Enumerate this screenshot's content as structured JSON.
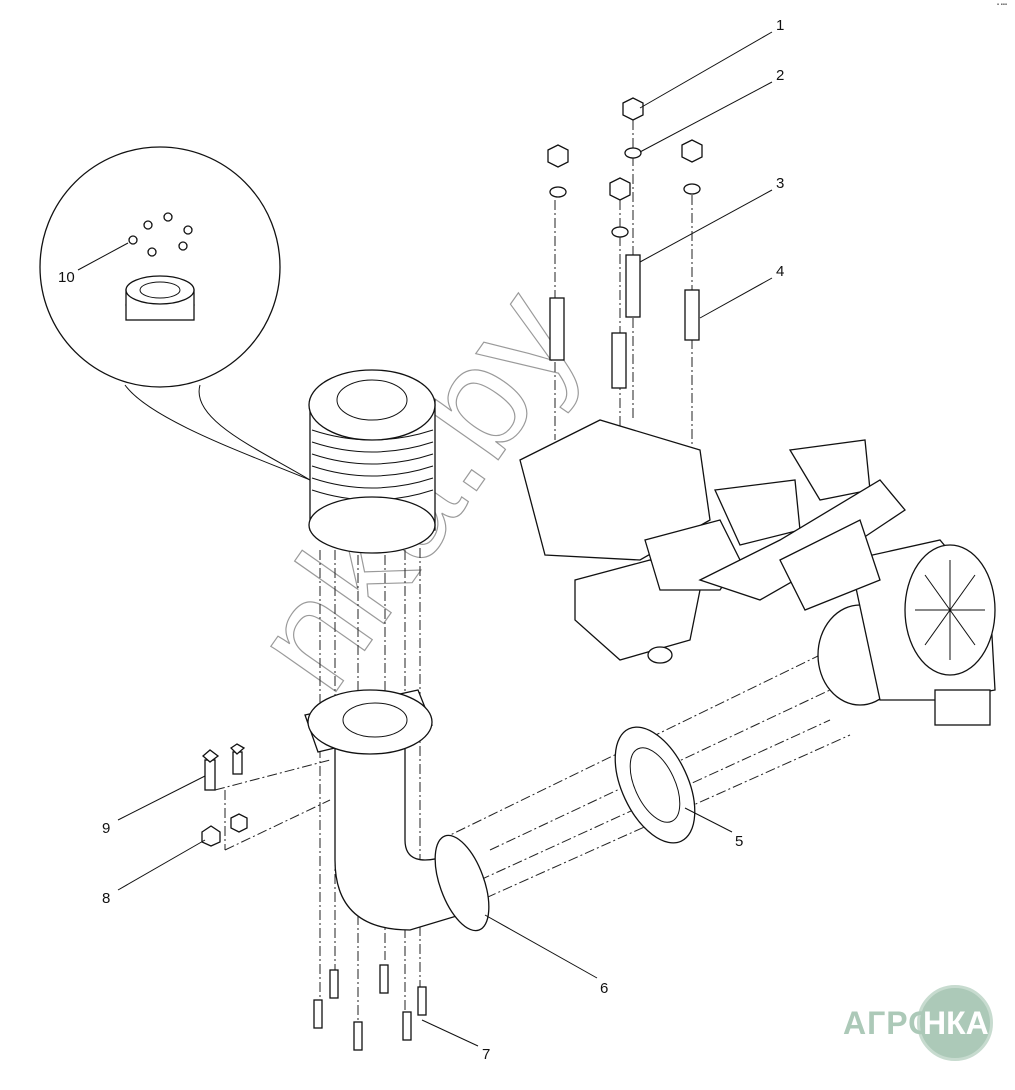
{
  "diagram": {
    "callouts": [
      "1",
      "2",
      "3",
      "4",
      "5",
      "6",
      "7",
      "8",
      "9",
      "10"
    ],
    "watermark": "nka.by",
    "corner_mark": "▪ ▪▪▪",
    "logo": {
      "left": "АГРО",
      "right": "НКА",
      "color": "#acc9b8"
    }
  }
}
